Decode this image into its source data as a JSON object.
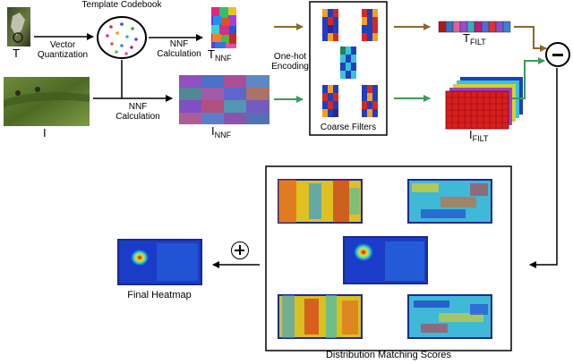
{
  "labels": {
    "template_codebook": "Template Codebook",
    "vector_quantization_line1": "Vector",
    "vector_quantization_line2": "Quantization",
    "nnf_calc_top_line1": "NNF",
    "nnf_calc_top_line2": "Calculation",
    "nnf_calc_bottom_line1": "NNF",
    "nnf_calc_bottom_line2": "Calculation",
    "one_hot_line1": "One-hot",
    "one_hot_line2": "Encoding",
    "coarse_filters": "Coarse Filters",
    "t_main": "T",
    "i_main": "I",
    "t_nnf_main": "T",
    "t_nnf_sub": "NNF",
    "i_nnf_main": "I",
    "i_nnf_sub": "NNF",
    "t_filt_main": "T",
    "t_filt_sub": "FILT",
    "i_filt_main": "I",
    "i_filt_sub": "FILT",
    "final_heatmap": "Final Heatmap",
    "distribution_matching_scores": "Distribution Matching Scores"
  },
  "symbols": {
    "minus_circle": "⊖",
    "plus_circle": "⊕"
  },
  "colors": {
    "arrow_black": "#000000",
    "arrow_brown": "#8b6a2a",
    "arrow_green": "#3d9a5a",
    "filter_blue": "#1f3fbf",
    "filter_red": "#d8281e",
    "filter_orange": "#f5a020",
    "filter_cyan": "#36c4d8",
    "grid_red": "#d81e1e",
    "heatmap_blue": "#1a3cc8"
  },
  "tfilt_strip_colors": [
    "#b01818",
    "#3a70c8",
    "#e0609a",
    "#9a4ad0",
    "#30b0c0",
    "#c01878",
    "#506cd8",
    "#e03030",
    "#8a50c8",
    "#3088d8"
  ],
  "codebook_dot_colors": [
    "#e02828",
    "#2850e0",
    "#28b028",
    "#e028c8",
    "#f0a020",
    "#20c0c0",
    "#8028e0",
    "#e06020",
    "#3088f0",
    "#c02060",
    "#60c040",
    "#f05090"
  ]
}
